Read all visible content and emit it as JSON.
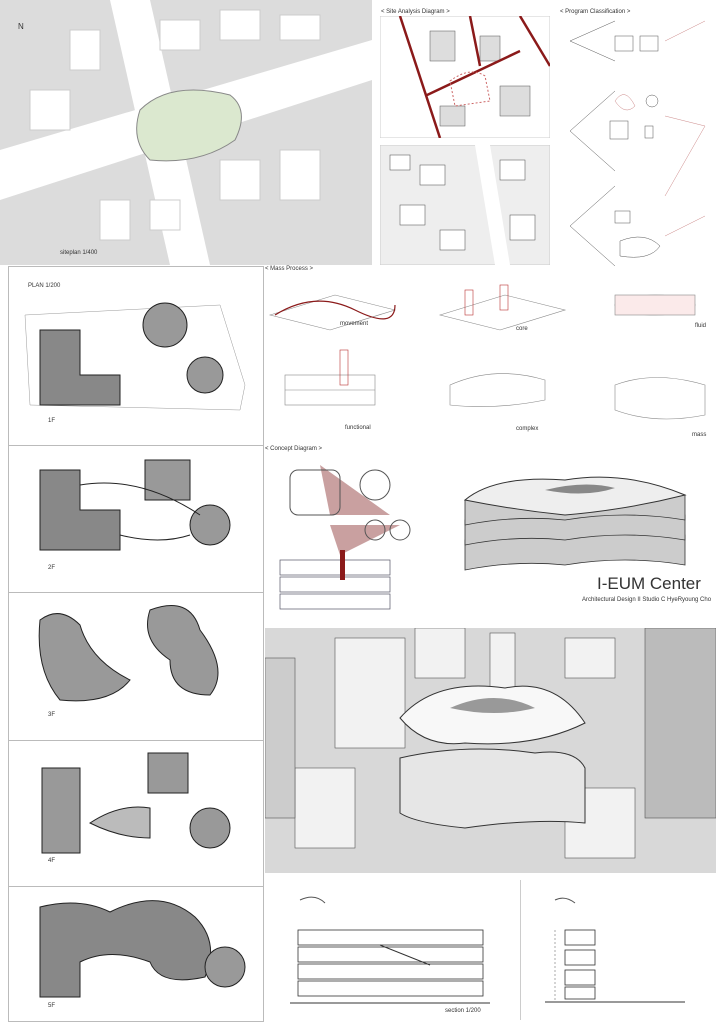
{
  "site_plan": {
    "label": "siteplan  1/400",
    "north": "N"
  },
  "site_analysis": {
    "title": "< Site Analysis Diagram >"
  },
  "program": {
    "title": "< Program Classification >"
  },
  "plans": {
    "title": "PLAN 1/200",
    "floors": [
      "1F",
      "2F",
      "3F",
      "4F",
      "5F"
    ]
  },
  "mass_process": {
    "title": "< Mass Process >",
    "steps": [
      "movement",
      "core",
      "fluid",
      "functional",
      "complex",
      "mass"
    ]
  },
  "concept": {
    "title": "< Concept Diagram >"
  },
  "project": {
    "name": "I-EUM Center",
    "subtitle": "Architectural Design II   Studio C   HyeRyoung Cho"
  },
  "section": {
    "label": "section 1/200"
  },
  "colors": {
    "accent": "#8b1a1a",
    "building": "#8a8a8a",
    "site": "#d9d9d9"
  }
}
